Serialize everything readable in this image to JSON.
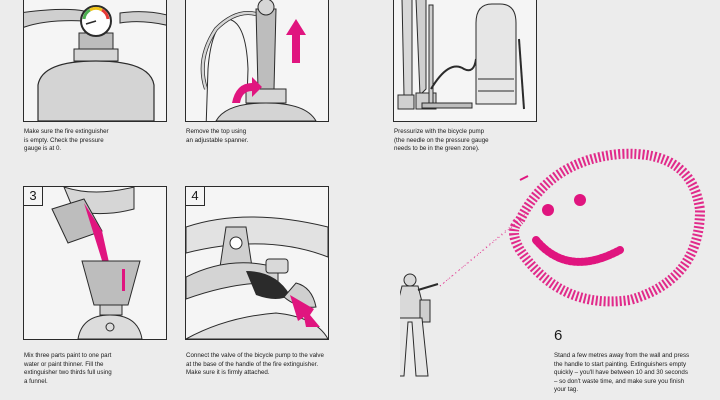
{
  "steps": [
    {
      "number": "",
      "lines": [
        "Make sure the fire extinguisher",
        "is empty. Check the pressure",
        "gauge is at 0."
      ]
    },
    {
      "number": "",
      "lines": [
        "Remove the top using",
        "an adjustable spanner."
      ]
    },
    {
      "number": "",
      "lines": [
        "Pressurize with the bicycle pump",
        "(the needle on the pressure gauge",
        "needs to be in the green zone)."
      ]
    },
    {
      "number": "3",
      "lines": [
        "Mix three parts paint to one part",
        "water or paint thinner. Fill the",
        "extinguisher two thirds full using",
        "a funnel."
      ]
    },
    {
      "number": "4",
      "lines": [
        "Connect the valve of the bicycle pump to the valve",
        "at the base of the handle of the fire extinguisher.",
        "Make sure it is firmly attached."
      ]
    },
    {
      "number": "6",
      "lines": [
        "Stand a few metres away from the wall and press",
        "the handle to start painting. Extinguishers empty",
        "quickly – you'll have between 10 and 30 seconds",
        "– so don't waste time, and make sure you finish",
        "your tag."
      ]
    }
  ],
  "colors": {
    "accent": "#e0157f",
    "line": "#2b2b2b",
    "metal": "#c8c8c8",
    "bg": "#ececec"
  },
  "icons": [
    "pressure-gauge-icon",
    "arrow-up-icon",
    "curved-arrow-icon",
    "funnel-icon",
    "push-arrow-icon",
    "smiley-spray-icon"
  ]
}
